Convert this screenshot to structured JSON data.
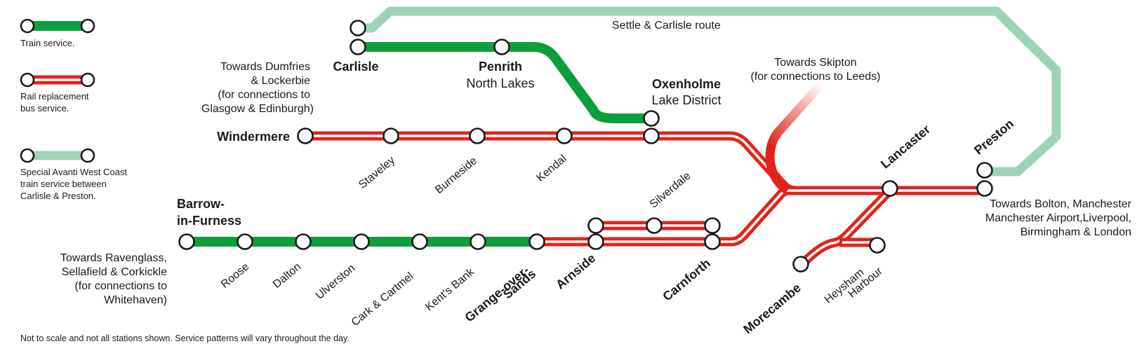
{
  "legend": {
    "train_service": "Train service.",
    "bus_line1": "Rail replacement",
    "bus_line2": "bus service.",
    "avanti_line1": "Special Avanti West Coast",
    "avanti_line2": "train service between",
    "avanti_line3": "Carlisle & Preston."
  },
  "route_label": "Settle & Carlisle route",
  "towards": {
    "dumfries": [
      "Towards Dumfries",
      "& Lockerbie",
      "(for connections to",
      "Glasgow & Edinburgh)"
    ],
    "skipton": [
      "Towards Skipton",
      "(for connections to Leeds)"
    ],
    "ravenglass": [
      "Towards Ravenglass,",
      "Sellafield & Corkickle",
      "(for connections to",
      "Whitehaven)"
    ],
    "bolton": [
      "Towards Bolton, Manchester",
      "Manchester Airport,Liverpool,",
      "Birmingham & London"
    ]
  },
  "stations": {
    "carlisle": "Carlisle",
    "penrith": "Penrith",
    "penrith_sub": "North Lakes",
    "oxenholme": "Oxenholme",
    "oxenholme_sub": "Lake District",
    "windermere": "Windermere",
    "staveley": "Staveley",
    "burneside": "Burneside",
    "kendal": "Kendal",
    "silverdale": "Silverdale",
    "barrow_1": "Barrow-",
    "barrow_2": "in-Furness",
    "roose": "Roose",
    "dalton": "Dalton",
    "ulverston": "Ulverston",
    "cark": "Cark & Cartmel",
    "kents_bank": "Kent's Bank",
    "grange_1": "Grange-over-",
    "grange_2": "Sands",
    "arnside": "Arnside",
    "carnforth": "Carnforth",
    "lancaster": "Lancaster",
    "preston": "Preston",
    "morecambe": "Morecambe",
    "heysham_1": "Heysham",
    "heysham_2": "Harbour"
  },
  "footnote": "Not to scale and not all stations shown. Service patterns will vary throughout the day.",
  "colors": {
    "train": "#0f9e3c",
    "bus": "#e2231a",
    "avanti": "#9dd3b6"
  },
  "icons": {
    "station": "station-circle",
    "train_line": "green-line",
    "bus_line": "red-double-line",
    "avanti_line": "light-green-line"
  }
}
